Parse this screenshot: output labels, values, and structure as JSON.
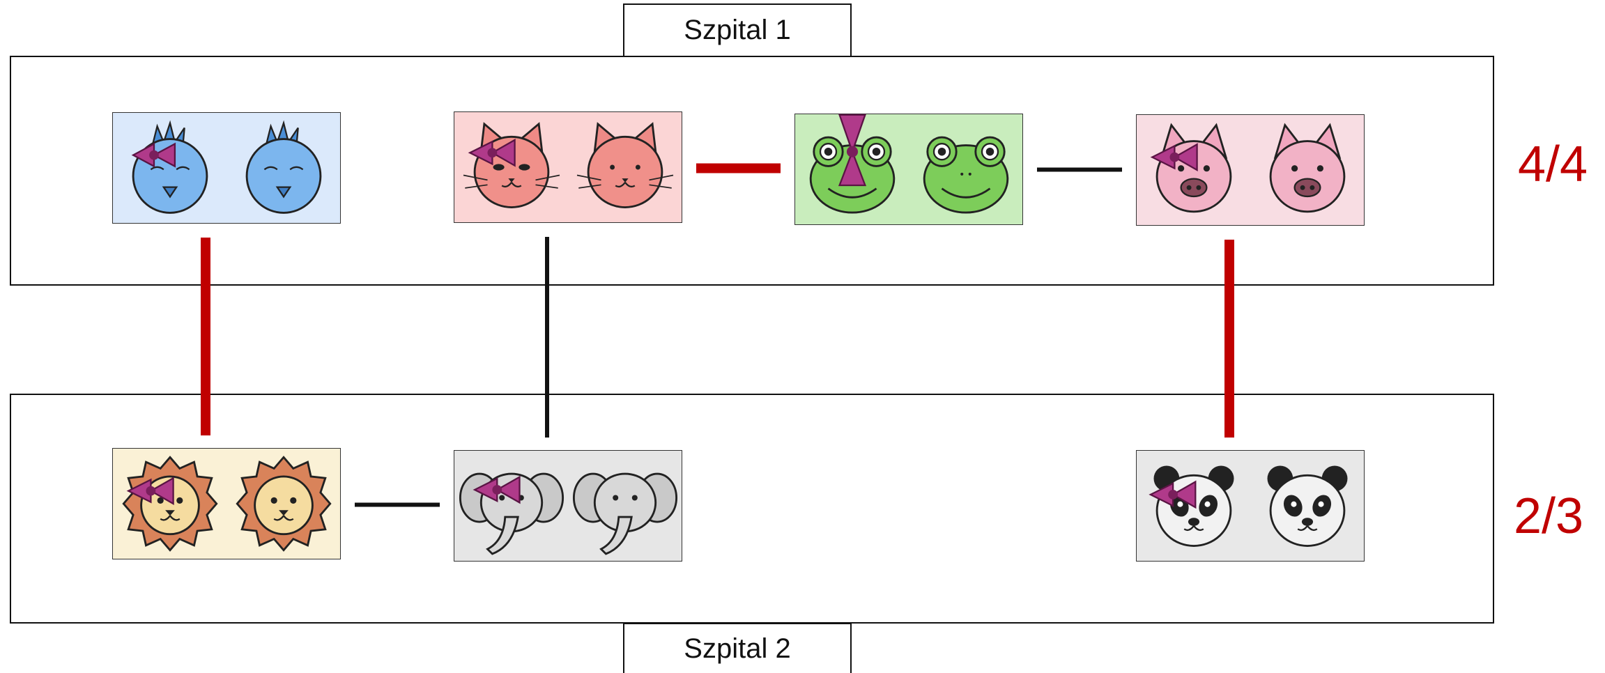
{
  "hospitals": [
    {
      "id": "h1",
      "label": "Szpital 1",
      "score": "4/4"
    },
    {
      "id": "h2",
      "label": "Szpital 2",
      "score": "2/3"
    }
  ],
  "colors": {
    "red": "#c00000",
    "black": "#111111",
    "bow": "#b03a8a",
    "bow_dark": "#7a1f5c"
  },
  "pairs": [
    {
      "id": "birds",
      "hospital": "h1",
      "animal": "bird-icon",
      "bg": "#dbe9fb"
    },
    {
      "id": "cats",
      "hospital": "h1",
      "animal": "cat-icon",
      "bg": "#fbd5d5"
    },
    {
      "id": "frogs",
      "hospital": "h1",
      "animal": "frog-icon",
      "bg": "#c9edbd"
    },
    {
      "id": "pigs",
      "hospital": "h1",
      "animal": "pig-icon",
      "bg": "#f8dde3"
    },
    {
      "id": "lions",
      "hospital": "h2",
      "animal": "lion-icon",
      "bg": "#faf1d6"
    },
    {
      "id": "elephants",
      "hospital": "h2",
      "animal": "elephant-icon",
      "bg": "#e6e6e6"
    },
    {
      "id": "pandas",
      "hospital": "h2",
      "animal": "panda-icon",
      "bg": "#e8e8e8"
    }
  ],
  "links": [
    {
      "from": "cats",
      "to": "frogs",
      "color": "red"
    },
    {
      "from": "frogs",
      "to": "pigs",
      "color": "black"
    },
    {
      "from": "lions",
      "to": "elephants",
      "color": "black"
    },
    {
      "from": "birds",
      "to": "lions",
      "color": "red"
    },
    {
      "from": "cats",
      "to": "elephants",
      "color": "black"
    },
    {
      "from": "pigs",
      "to": "pandas",
      "color": "red"
    }
  ]
}
